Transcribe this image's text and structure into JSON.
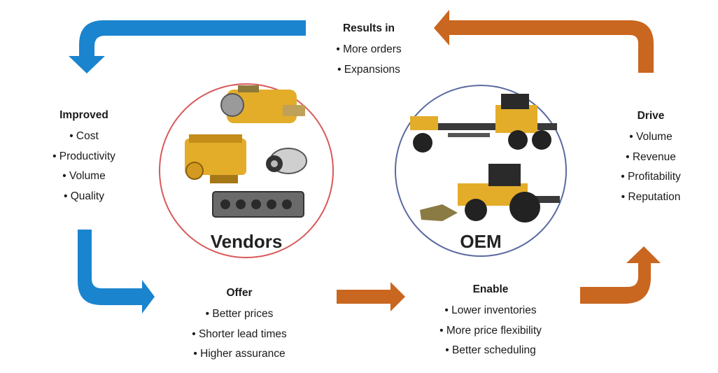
{
  "colors": {
    "blue_arrow": "#1b84cf",
    "orange_arrow": "#c9661f",
    "vendors_ring": "#d9595a",
    "oem_ring": "#5a6aa0",
    "machine_yellow": "#e3ad2a"
  },
  "circles": {
    "vendors": {
      "label": "Vendors",
      "images": [
        "transmission",
        "engine-block",
        "ac-compressor",
        "cylinder-head"
      ]
    },
    "oem": {
      "label": "OEM",
      "images": [
        "motor-grader",
        "backhoe-loader"
      ]
    }
  },
  "results_in": {
    "title": "Results in",
    "items": [
      "More orders",
      "Expansions"
    ]
  },
  "improved": {
    "title": "Improved",
    "items": [
      "Cost",
      "Productivity",
      "Volume",
      "Quality"
    ]
  },
  "drive": {
    "title": "Drive",
    "items": [
      "Volume",
      "Revenue",
      "Profitability",
      "Reputation"
    ]
  },
  "offer": {
    "title": "Offer",
    "items": [
      "Better prices",
      "Shorter lead times",
      "Higher assurance"
    ]
  },
  "enable": {
    "title": "Enable",
    "items": [
      "Lower inventories",
      "More price flexibility",
      "Better scheduling"
    ]
  }
}
